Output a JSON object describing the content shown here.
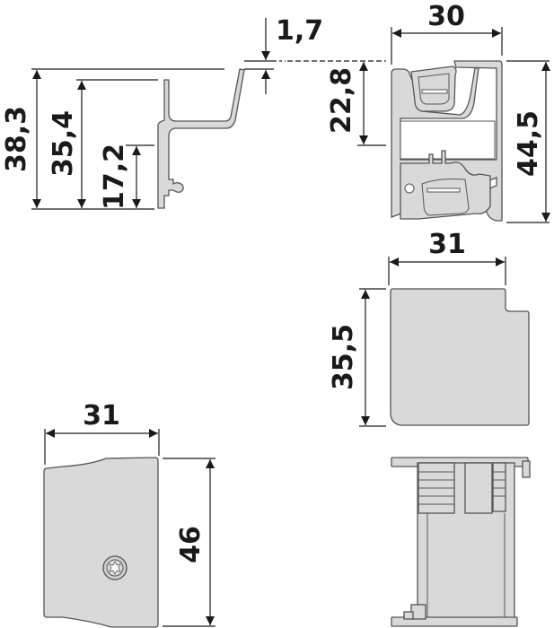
{
  "diagram": {
    "type": "technical-dimension-drawing",
    "units_hint": "mm",
    "colors": {
      "part_fill": "#d9d9d9",
      "outline": "#555555",
      "dimension": "#1a1a1a"
    },
    "views": {
      "profile_side": {
        "dimensions": {
          "total_height": "38,3",
          "upper_height": "35,4",
          "clip_height": "17,2",
          "offset": "1,7"
        }
      },
      "profile_section": {
        "dimensions": {
          "width": "30",
          "upper_channel_height": "22,8",
          "total_height": "44,5"
        }
      },
      "end_cap_top": {
        "dimensions": {
          "width": "31",
          "height": "35,5"
        }
      },
      "end_cap_front": {
        "dimensions": {
          "width": "31",
          "height": "46"
        }
      },
      "end_cap_side": {}
    }
  }
}
